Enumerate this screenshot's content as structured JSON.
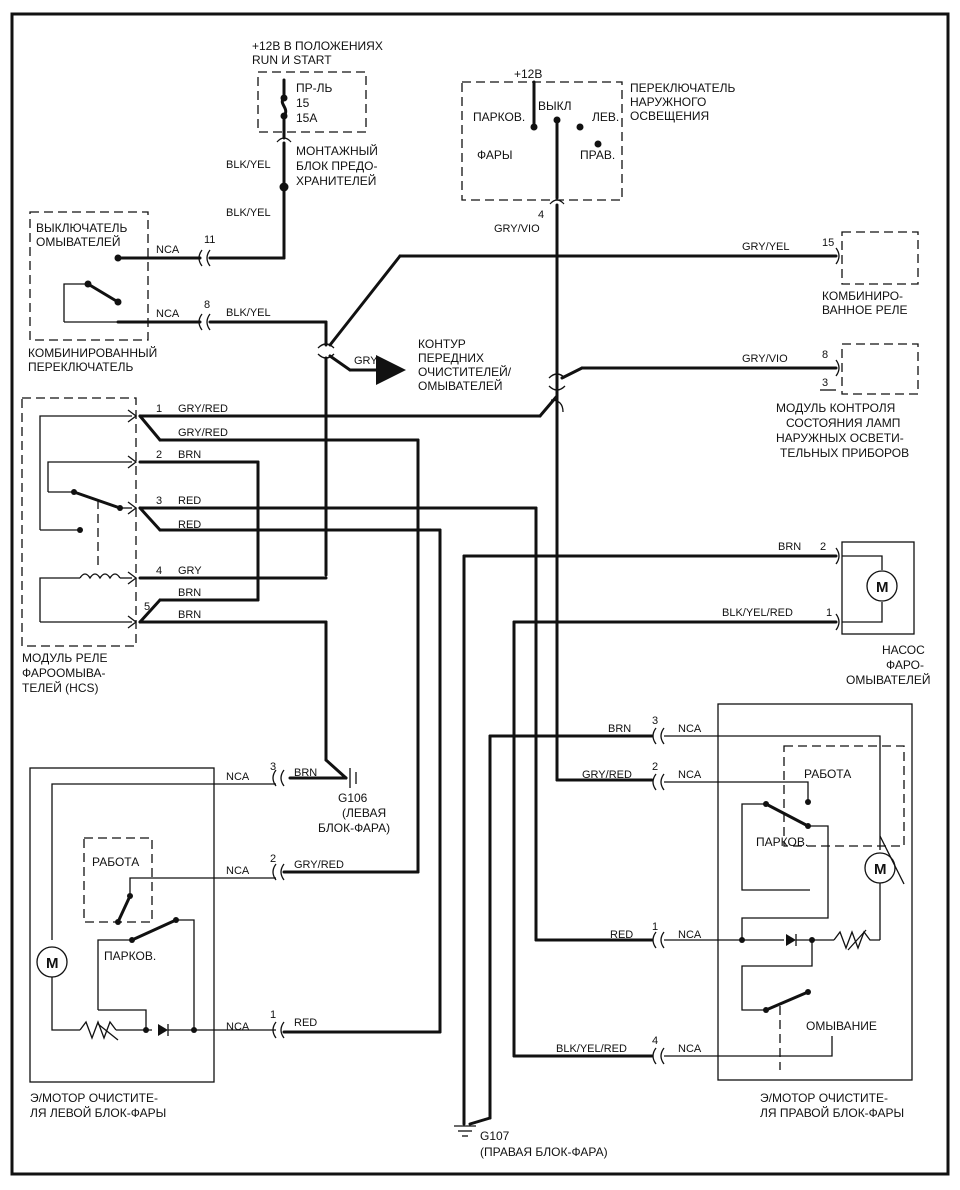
{
  "header": {
    "supply_line1": "+12B В ПОЛОЖЕНИЯХ",
    "supply_line2": "RUN И START"
  },
  "fuse": {
    "l1": "ПР-ЛЬ",
    "l2": "15",
    "l3": "15A",
    "block1": "МОНТАЖНЫЙ",
    "block2": "БЛОК ПРЕДО-",
    "block3": "ХРАНИТЕЛЕЙ",
    "w_top": "BLK/YEL",
    "w_bottom": "BLK/YEL"
  },
  "light_switch": {
    "supply": "+12B",
    "park": "ПАРКОВ.",
    "off": "ВЫКЛ",
    "left": "ЛЕВ.",
    "head": "ФАРЫ",
    "right": "ПРАВ.",
    "t1": "ПЕРЕКЛЮЧАТЕЛЬ",
    "t2": "НАРУЖНОГО",
    "t3": "ОСВЕЩЕНИЯ",
    "pin": "4",
    "wire": "GRY/VIO"
  },
  "washer_switch": {
    "t1": "ВЫКЛЮЧАТЕЛЬ",
    "t2": "ОМЫВАТЕЛЕЙ",
    "nca1": "NCA",
    "pin1": "11",
    "nca2": "NCA",
    "pin2": "8",
    "wire2": "BLK/YEL",
    "c1": "КОМБИНИРОВАННЫЙ",
    "c2": "ПЕРЕКЛЮЧАТЕЛЬ"
  },
  "front_washer": {
    "wire": "GRY",
    "t1": "КОНТУР",
    "t2": "ПЕРЕДНИХ",
    "t3": "ОЧИСТИТЕЛЕЙ/",
    "t4": "ОМЫВАТЕЛЕЙ"
  },
  "combo_relay": {
    "wire": "GRY/YEL",
    "pin": "15",
    "t1": "КОМБИНИРО-",
    "t2": "ВАННОЕ РЕЛЕ"
  },
  "lamp_module": {
    "wire": "GRY/VIO",
    "pin8": "8",
    "pin3": "3",
    "t1": "МОДУЛЬ КОНТРОЛЯ",
    "t2": "СОСТОЯНИЯ ЛАМП",
    "t3": "НАРУЖНЫХ ОСВЕТИ-",
    "t4": "ТЕЛЬНЫХ ПРИБОРОВ"
  },
  "hcs_module": {
    "p1": "1",
    "w1": "GRY/RED",
    "w1b": "GRY/RED",
    "p2": "2",
    "w2": "BRN",
    "p3": "3",
    "w3": "RED",
    "w3b": "RED",
    "p4": "4",
    "w4": "GRY",
    "p5": "5",
    "w5": "BRN",
    "w5b": "BRN",
    "t1": "МОДУЛЬ РЕЛЕ",
    "t2": "ФАРООМЫВА-",
    "t3": "ТЕЛЕЙ (HCS)"
  },
  "pump": {
    "w2": "BRN",
    "p2": "2",
    "w1": "BLK/YEL/RED",
    "p1": "1",
    "motor": "M",
    "t1": "НАСОС",
    "t2": "ФАРО-",
    "t3": "ОМЫВАТЕЛЕЙ"
  },
  "g106": {
    "label": "G106",
    "l1": "(ЛЕВАЯ",
    "l2": "БЛОК-ФАРА)"
  },
  "left_motor": {
    "nca3": "NCA",
    "p3": "3",
    "w3": "BRN",
    "nca2": "NCA",
    "p2": "2",
    "w2": "GRY/RED",
    "nca1": "NCA",
    "p1": "1",
    "w1": "RED",
    "work": "РАБОТА",
    "park": "ПАРКОВ.",
    "motor": "M",
    "t1": "Э/МОТОР ОЧИСТИТЕ-",
    "t2": "ЛЯ ЛЕВОЙ БЛОК-ФАРЫ"
  },
  "right_motor": {
    "w3": "BRN",
    "p3": "3",
    "nca3": "NCA",
    "w2": "GRY/RED",
    "p2": "2",
    "nca2": "NCA",
    "w1": "RED",
    "p1": "1",
    "nca1": "NCA",
    "w4": "BLK/YEL/RED",
    "p4": "4",
    "nca4": "NCA",
    "work": "РАБОТА",
    "park": "ПАРКОВ.",
    "wash": "ОМЫВАНИЕ",
    "motor": "M",
    "t1": "Э/МОТОР ОЧИСТИТЕ-",
    "t2": "ЛЯ ПРАВОЙ БЛОК-ФАРЫ"
  },
  "g107": {
    "label": "G107",
    "l1": "(ПРАВАЯ БЛОК-ФАРА)"
  }
}
